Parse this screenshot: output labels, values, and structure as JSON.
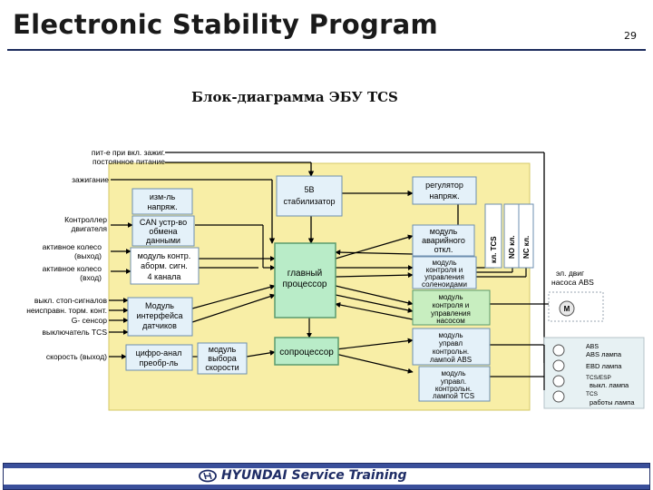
{
  "header": {
    "title": "Electronic Stability Program",
    "page_number": "29"
  },
  "subtitle": "Блок-диаграмма ЭБУ TCS",
  "inputs": [
    "пит-е при вкл. зажиг.",
    "постоянное питание",
    "зажигание",
    "Контроллер",
    "двигателя",
    "активное колесо",
    "(выход)",
    "активное колесо",
    "(вход)",
    "выкл. стоп-сигналов",
    "неисправн. торм. конт.",
    "G- сенсор",
    "выключатель TCS",
    "скорость (выход)"
  ],
  "blocks": {
    "voltage_meter": [
      "изм-ль",
      "напряж."
    ],
    "can": [
      "CAN устр-во",
      "обмена",
      "данными"
    ],
    "stabilizer": [
      "5В",
      "стабилизатор"
    ],
    "control_module": [
      "модуль контр.",
      "аборм. сигн.",
      "4 канала"
    ],
    "main_processor": [
      "главный",
      "процессор"
    ],
    "interface_module": [
      "Модуль",
      "интерфейса",
      "датчиков"
    ],
    "dac": [
      "цифро-анал",
      "преобр-ль"
    ],
    "speed_module": [
      "модуль",
      "выбора",
      "скорости"
    ],
    "coprocessor": [
      "сопроцессор"
    ],
    "regulator": [
      "регулятор",
      "напряж."
    ],
    "emergency": [
      "модуль",
      "аварийного",
      "откл."
    ],
    "solenoid": [
      "модуль",
      "контроля и",
      "управления",
      "соленоидами"
    ],
    "pump": [
      "модуль",
      "контроля и",
      "управления",
      "насосом"
    ],
    "abs_lamp": [
      "модуль",
      "управл",
      "контрольн.",
      "лампой ABS"
    ],
    "tcs_lamp": [
      "модуль",
      "управл.",
      "контрольн.",
      "лампой TCS"
    ]
  },
  "vertical_labels": [
    "кл. TCS",
    "NO кл.",
    "NC кл."
  ],
  "outputs": {
    "pump_motor": [
      "эл. двиг",
      "насоса ABS"
    ],
    "motor_symbol": "M",
    "lamps": [
      "ABS",
      "ABS лампа",
      "EBD лампа",
      "TCS/ESP",
      "выкл. лампа",
      "TCS",
      "работы лампа"
    ]
  },
  "footer": {
    "brand": "HYUNDAI",
    "text": "Service  Training"
  },
  "colors": {
    "board": "#f8eea6",
    "block_blue": "#e4f1f9",
    "block_green": "#c8eec0",
    "processor_green": "#b9ecc8",
    "footer_bar": "#3a4f9a",
    "title_rule": "#1c2b5c"
  }
}
